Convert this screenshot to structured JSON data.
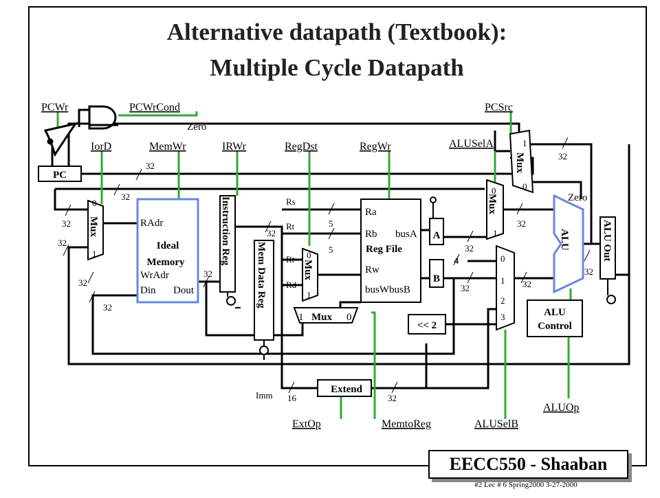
{
  "title": {
    "line1": "Alternative datapath (Textbook):",
    "line2": "Multiple Cycle Datapath"
  },
  "controls": {
    "pcwr": "PCWr",
    "pcwrcond": "PCWrCond",
    "zero1": "Zero",
    "pcsrc": "PCSrc",
    "iord": "IorD",
    "memwr": "MemWr",
    "irwr": "IRWr",
    "regdst": "RegDst",
    "regwr": "RegWr",
    "aluselA": "ALUSelA",
    "extop": "ExtOp",
    "memtoreg": "MemtoReg",
    "aluselB": "ALUSelB",
    "aluop": "ALUOp"
  },
  "blocks": {
    "pc": "PC",
    "mux": "Mux",
    "ideal": "Ideal",
    "memory": "Memory",
    "radr": "RAdr",
    "wradr": "WrAdr",
    "din": "Din",
    "dout": "Dout",
    "ir": "Instruction Reg",
    "mdr": "Mem Data Reg",
    "ra": "Ra",
    "rb": "Rb",
    "busa": "busA",
    "regfile": "Reg File",
    "rw": "Rw",
    "buswbusb": "busWbusB",
    "a": "A",
    "b": "B",
    "shift": "<< 2",
    "alu": "ALU",
    "aluout": "ALU Out",
    "aluctl1": "ALU",
    "aluctl2": "Control",
    "extend": "Extend",
    "zero2": "Zero",
    "rs": "Rs",
    "rt1": "Rt",
    "rt2": "Rt",
    "rd": "Rd",
    "imm": "Imm"
  },
  "numbers": {
    "n32": "32",
    "n5": "5",
    "n16": "16",
    "n4": "4",
    "m0": "0",
    "m1": "1",
    "m2": "2",
    "m3": "3"
  },
  "footer": {
    "brand": "EECC550 - Shaaban",
    "small": "#2   Lec # 6   Spring2000   3-27-2000"
  }
}
